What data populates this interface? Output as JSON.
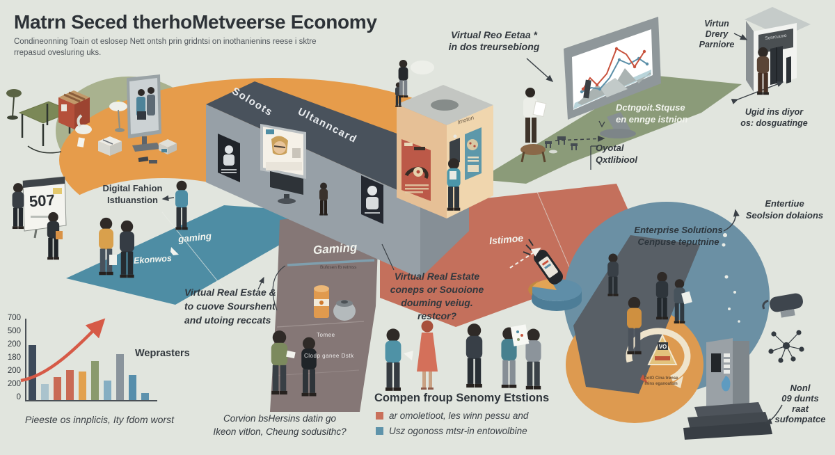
{
  "header": {
    "title": "Matrn Seced therhoMetveerse Economy",
    "subtitle1": "Condineonning Toain ot eslosep Nett ontsh prin gridntsi on inothanienins reese i sktre",
    "subtitle2": "rrepasud ovesluring uks."
  },
  "annotations": {
    "virtual_reo": {
      "l1": "Virtual Reo Eetaa *",
      "l2": "in dos treursebiong"
    },
    "virtun": {
      "l1": "Virtun",
      "l2": "Drery",
      "l3": "Parniore"
    },
    "ugid": {
      "l1": "Ugid ins diyor",
      "l2": "os: dosguatinge"
    },
    "dctngoit": {
      "l1": "Dctngoit.Stquse",
      "l2": "en ennge istnion"
    },
    "oyotal": {
      "l1": "Oyotal",
      "l2": "Qxtlibiool"
    },
    "digital_fashion": {
      "l1": "Digital Fahion",
      "l2": "Istluanstion"
    },
    "vre_left": {
      "l1": "Virtual Real Estae &",
      "l2": "to cuove Sourshent",
      "l3": "and utoing reccats"
    },
    "vre_right": {
      "l1": "Virtual Real Estate",
      "l2": "coneps or Souoione",
      "l3": "douming veiug. restcor?"
    },
    "enterprise": {
      "l1": "Enterprise Solutions",
      "l2": "Cenpuse teputnine"
    },
    "entertiue": {
      "l1": "Entertiue",
      "l2": "Seolsion dolaions"
    },
    "covion": {
      "l1": "Corvion bsHersins datin go",
      "l2": "Ikeon vitlon, Cheung sodusithc?"
    },
    "nonl": {
      "l1": "Nonl",
      "l2": "09 dunts",
      "l3": "raat",
      "l4": "sufompatce"
    },
    "doto": {
      "l1": "DotO Cina trense",
      "l2": "Inins eganoafam"
    }
  },
  "paths": {
    "gaming_small": "gaming",
    "ekonwos": "Ekonwos",
    "gaming_big": "Gaming",
    "gaming_sub": "Bufosen fb retmss",
    "istimoe": "Istimoe",
    "tomee": "Tomee",
    "clodp": "Clodp ganee Dstk"
  },
  "buildings": {
    "roof_left": "Soloots",
    "roof_right": "Ultanncard",
    "sign_507": "507",
    "kiosk_label": "Imoton",
    "storefront_sign": "Sonrcuuno",
    "vo_badge": "VO"
  },
  "legend": {
    "title": "Compen froup Senomy Etstions",
    "items": [
      {
        "color": "#c9705b",
        "label": "ar omoletioot, les winn pessu and"
      },
      {
        "color": "#5e93aa",
        "label": "Usz ogonoss mtsr-in entowolbine"
      }
    ]
  },
  "chart_data": {
    "type": "bar",
    "y_tick_labels": [
      "700",
      "500",
      "200",
      "180",
      "200",
      "200",
      "0"
    ],
    "values": [
      480,
      140,
      200,
      260,
      250,
      340,
      170,
      400,
      220,
      60
    ],
    "bar_colors": [
      "#3d4a5a",
      "#aac3cd",
      "#c96a55",
      "#c96a55",
      "#e2a14e",
      "#8a9a6e",
      "#85aec2",
      "#8a949c",
      "#568eab",
      "#5d92ad"
    ],
    "ylim": [
      0,
      700
    ],
    "annotation": "Weprasters",
    "caption": "Pieeste os innplicis, Ity fdom worst",
    "trend_arrow_color": "#d65a47"
  },
  "colors": {
    "background": "#e1e5de",
    "orange_zone": "#e69c4b",
    "sage_zone": "#a9b28f",
    "teal_path": "#4e8da4",
    "mauve_path": "#857776",
    "red_path": "#c4705c",
    "green_path": "#8b9b79",
    "blue_blob": "#6b90a4",
    "orange_blob": "#dd9a50",
    "roof": "#49525c"
  }
}
